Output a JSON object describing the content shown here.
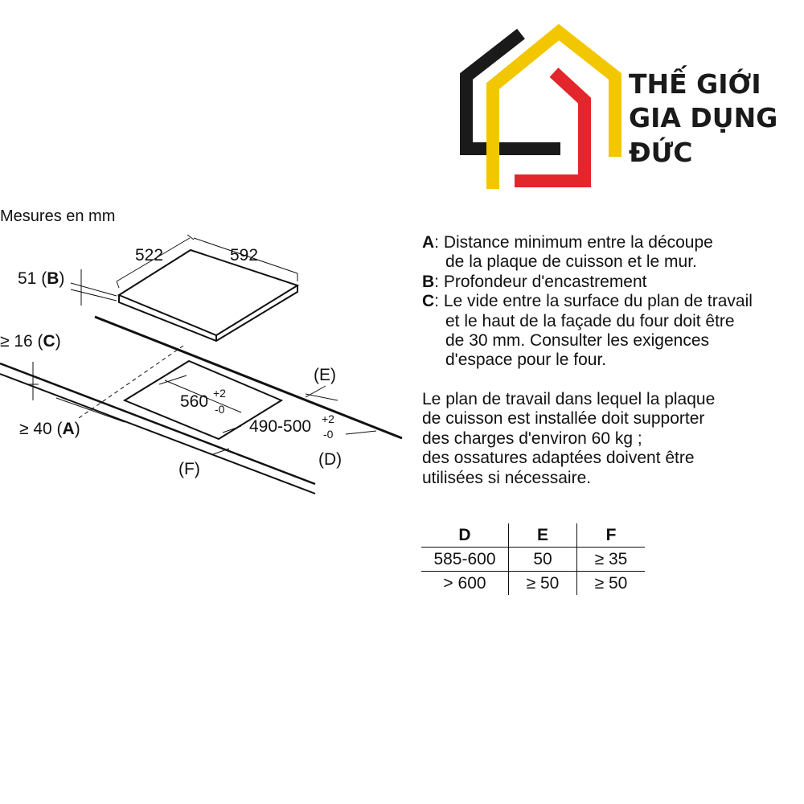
{
  "brand": {
    "line1": "THẾ GIỚI",
    "line2": "GIA DỤNG",
    "line3": "ĐỨC",
    "colors": {
      "black": "#1a1a1a",
      "yellow": "#f2c700",
      "red": "#e3262b"
    }
  },
  "diagram": {
    "units_title": "Mesures en mm",
    "dim_depth": "522",
    "dim_width": "592",
    "dim_b_value": "51",
    "dim_b_key": "B",
    "dim_c_prefix": "≥ 16",
    "dim_c_key": "C",
    "dim_a_prefix": "≥ 40",
    "dim_a_key": "A",
    "cutout_width": "560",
    "cutout_width_tol_plus": "+2",
    "cutout_width_tol_minus": "-0",
    "cutout_depth": "490-500",
    "cutout_depth_tol_plus": "+2",
    "cutout_depth_tol_minus": "-0",
    "label_e": "(E)",
    "label_d": "(D)",
    "label_f": "(F)"
  },
  "legend": [
    {
      "key": "A",
      "lines": [
        "Distance minimum entre la découpe",
        "de la plaque de cuisson et le mur."
      ]
    },
    {
      "key": "B",
      "lines": [
        "Profondeur d'encastrement"
      ]
    },
    {
      "key": "C",
      "lines": [
        "Le vide entre la surface du plan de travail",
        "et le haut de la façade du four doit être",
        "de 30 mm. Consulter les exigences",
        "d'espace pour le four."
      ]
    }
  ],
  "note": [
    "Le plan de travail dans lequel la plaque",
    "de cuisson est installée doit supporter",
    "des charges d'environ 60 kg ;",
    "des ossatures adaptées doivent être",
    "utilisées si nécessaire."
  ],
  "table": {
    "headers": [
      "D",
      "E",
      "F"
    ],
    "rows": [
      [
        "585-600",
        "50",
        "≥ 35"
      ],
      [
        "> 600",
        "≥ 50",
        "≥ 50"
      ]
    ]
  }
}
